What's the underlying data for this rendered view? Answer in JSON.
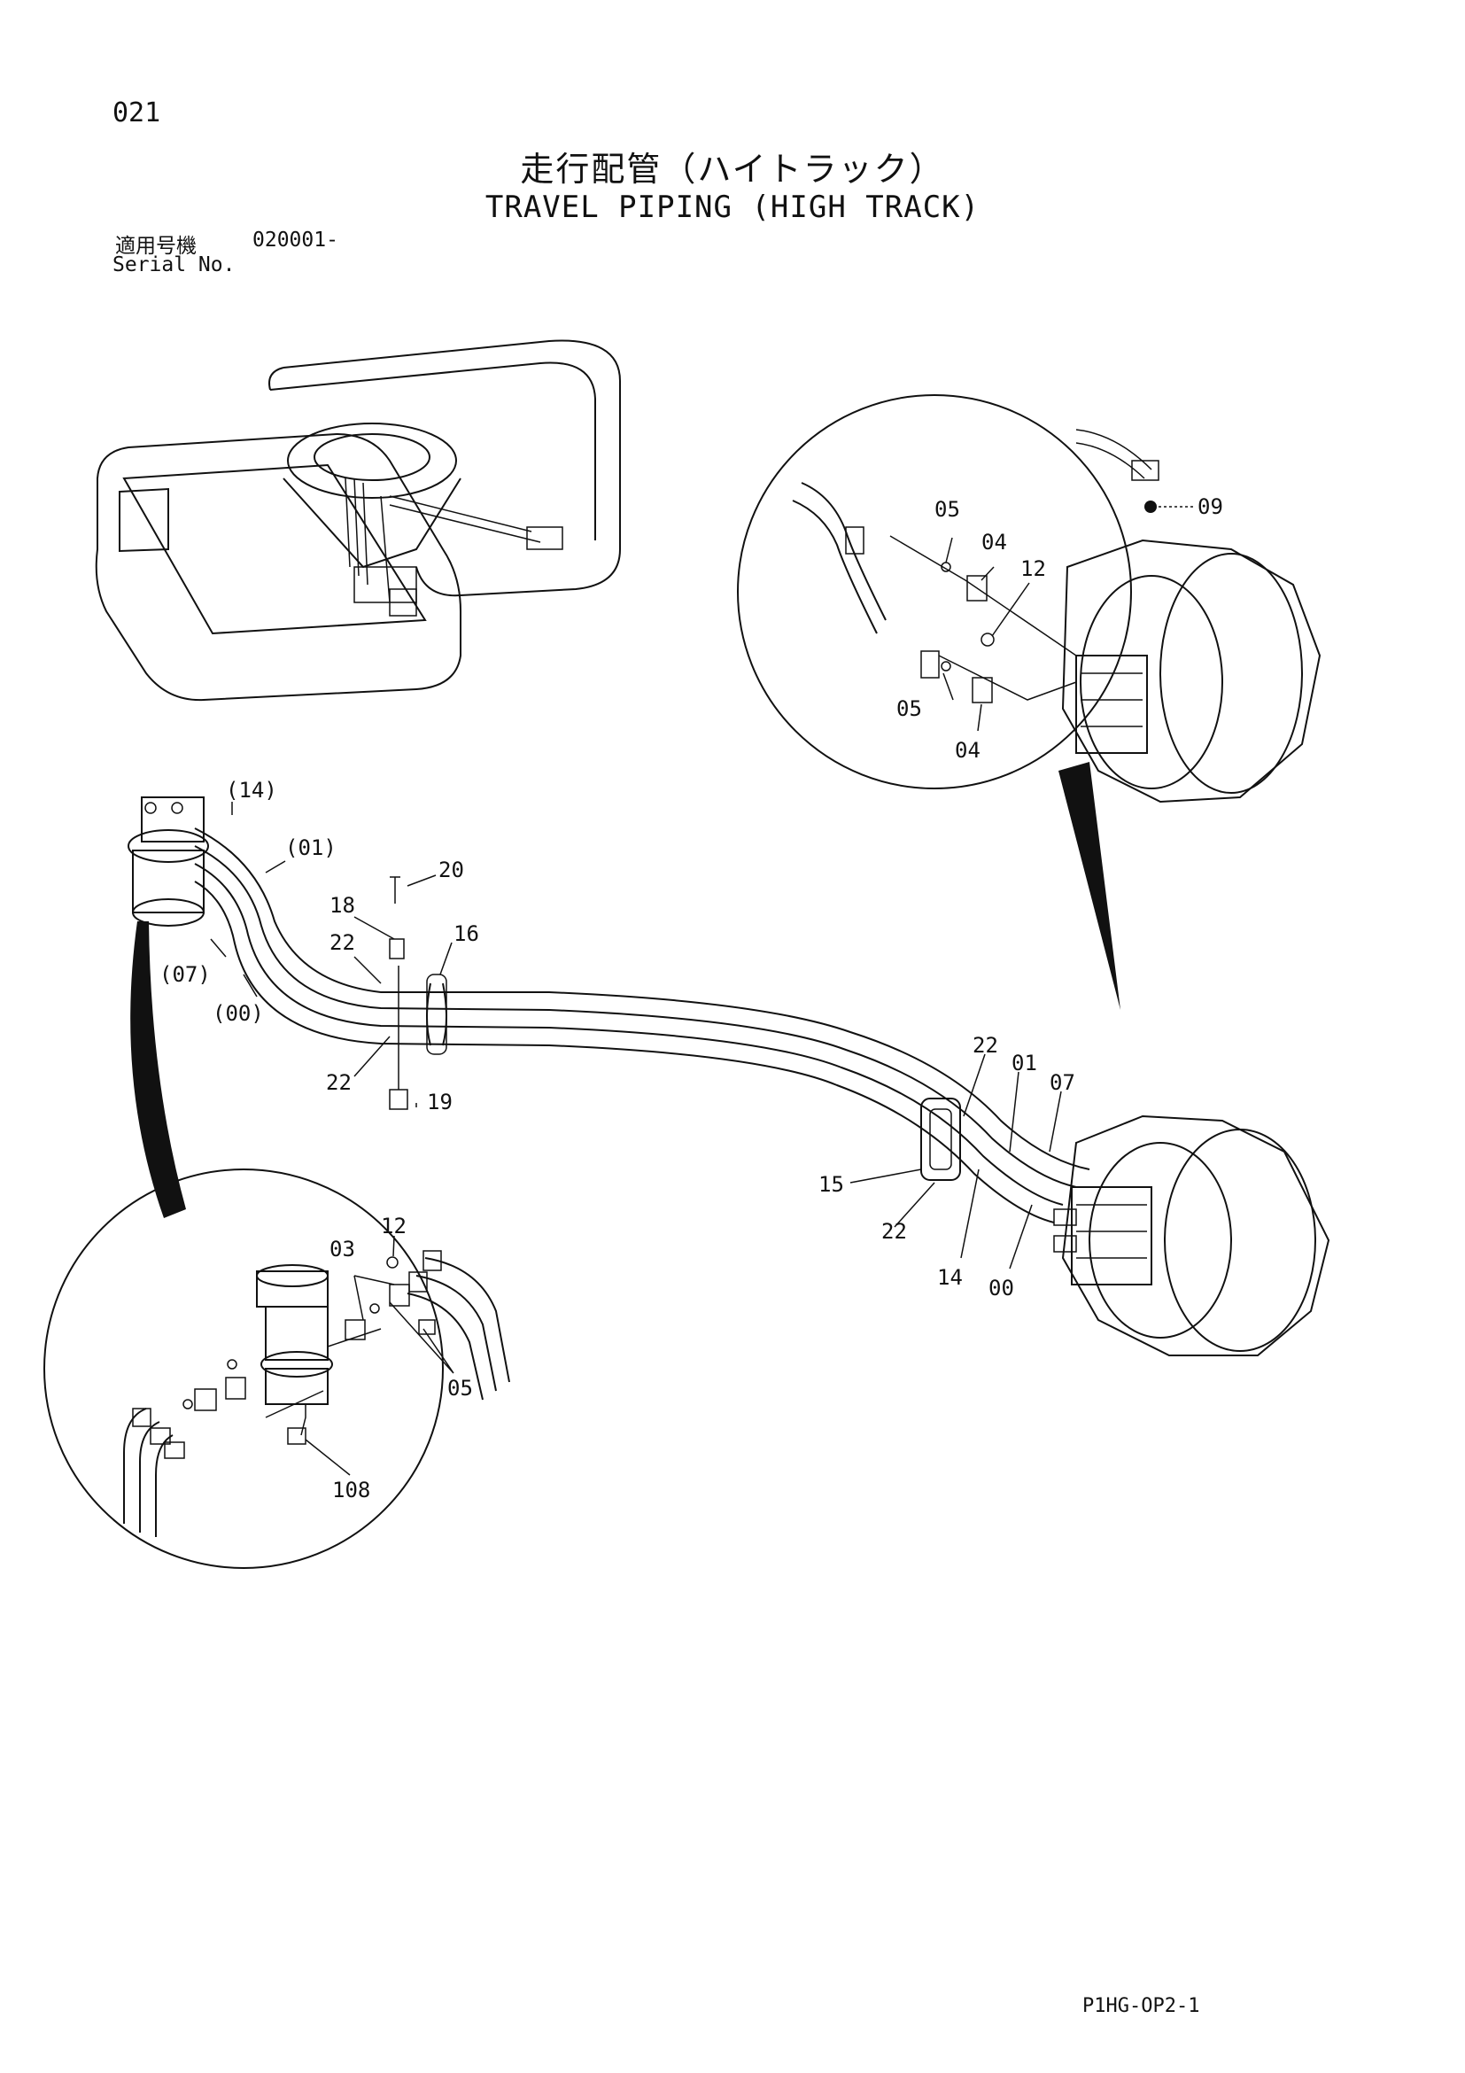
{
  "header": {
    "page_number": "021",
    "title_jp": "走行配管（ハイトラック）",
    "title_en": "TRAVEL PIPING (HIGH TRACK)",
    "serial_label_jp": "適用号機",
    "serial_value": "020001-",
    "serial_label_en": "Serial No."
  },
  "footer": {
    "page_code": "P1HG-OP2-1"
  },
  "callouts": {
    "c14p": "(14)",
    "c01p": "(01)",
    "c07p": "(07)",
    "c00p": "(00)",
    "c20": "20",
    "c18": "18",
    "c22a": "22",
    "c16": "16",
    "c22b": "22",
    "c19": "19",
    "c22c": "22",
    "c01": "01",
    "c07": "07",
    "c15": "15",
    "c22d": "22",
    "c14": "14",
    "c00": "00",
    "tr05a": "05",
    "tr04a": "04",
    "tr12": "12",
    "tr09": "09",
    "tr05b": "05",
    "tr04b": "04",
    "bl12": "12",
    "bl03": "03",
    "bl05": "05",
    "bl108": "108"
  }
}
